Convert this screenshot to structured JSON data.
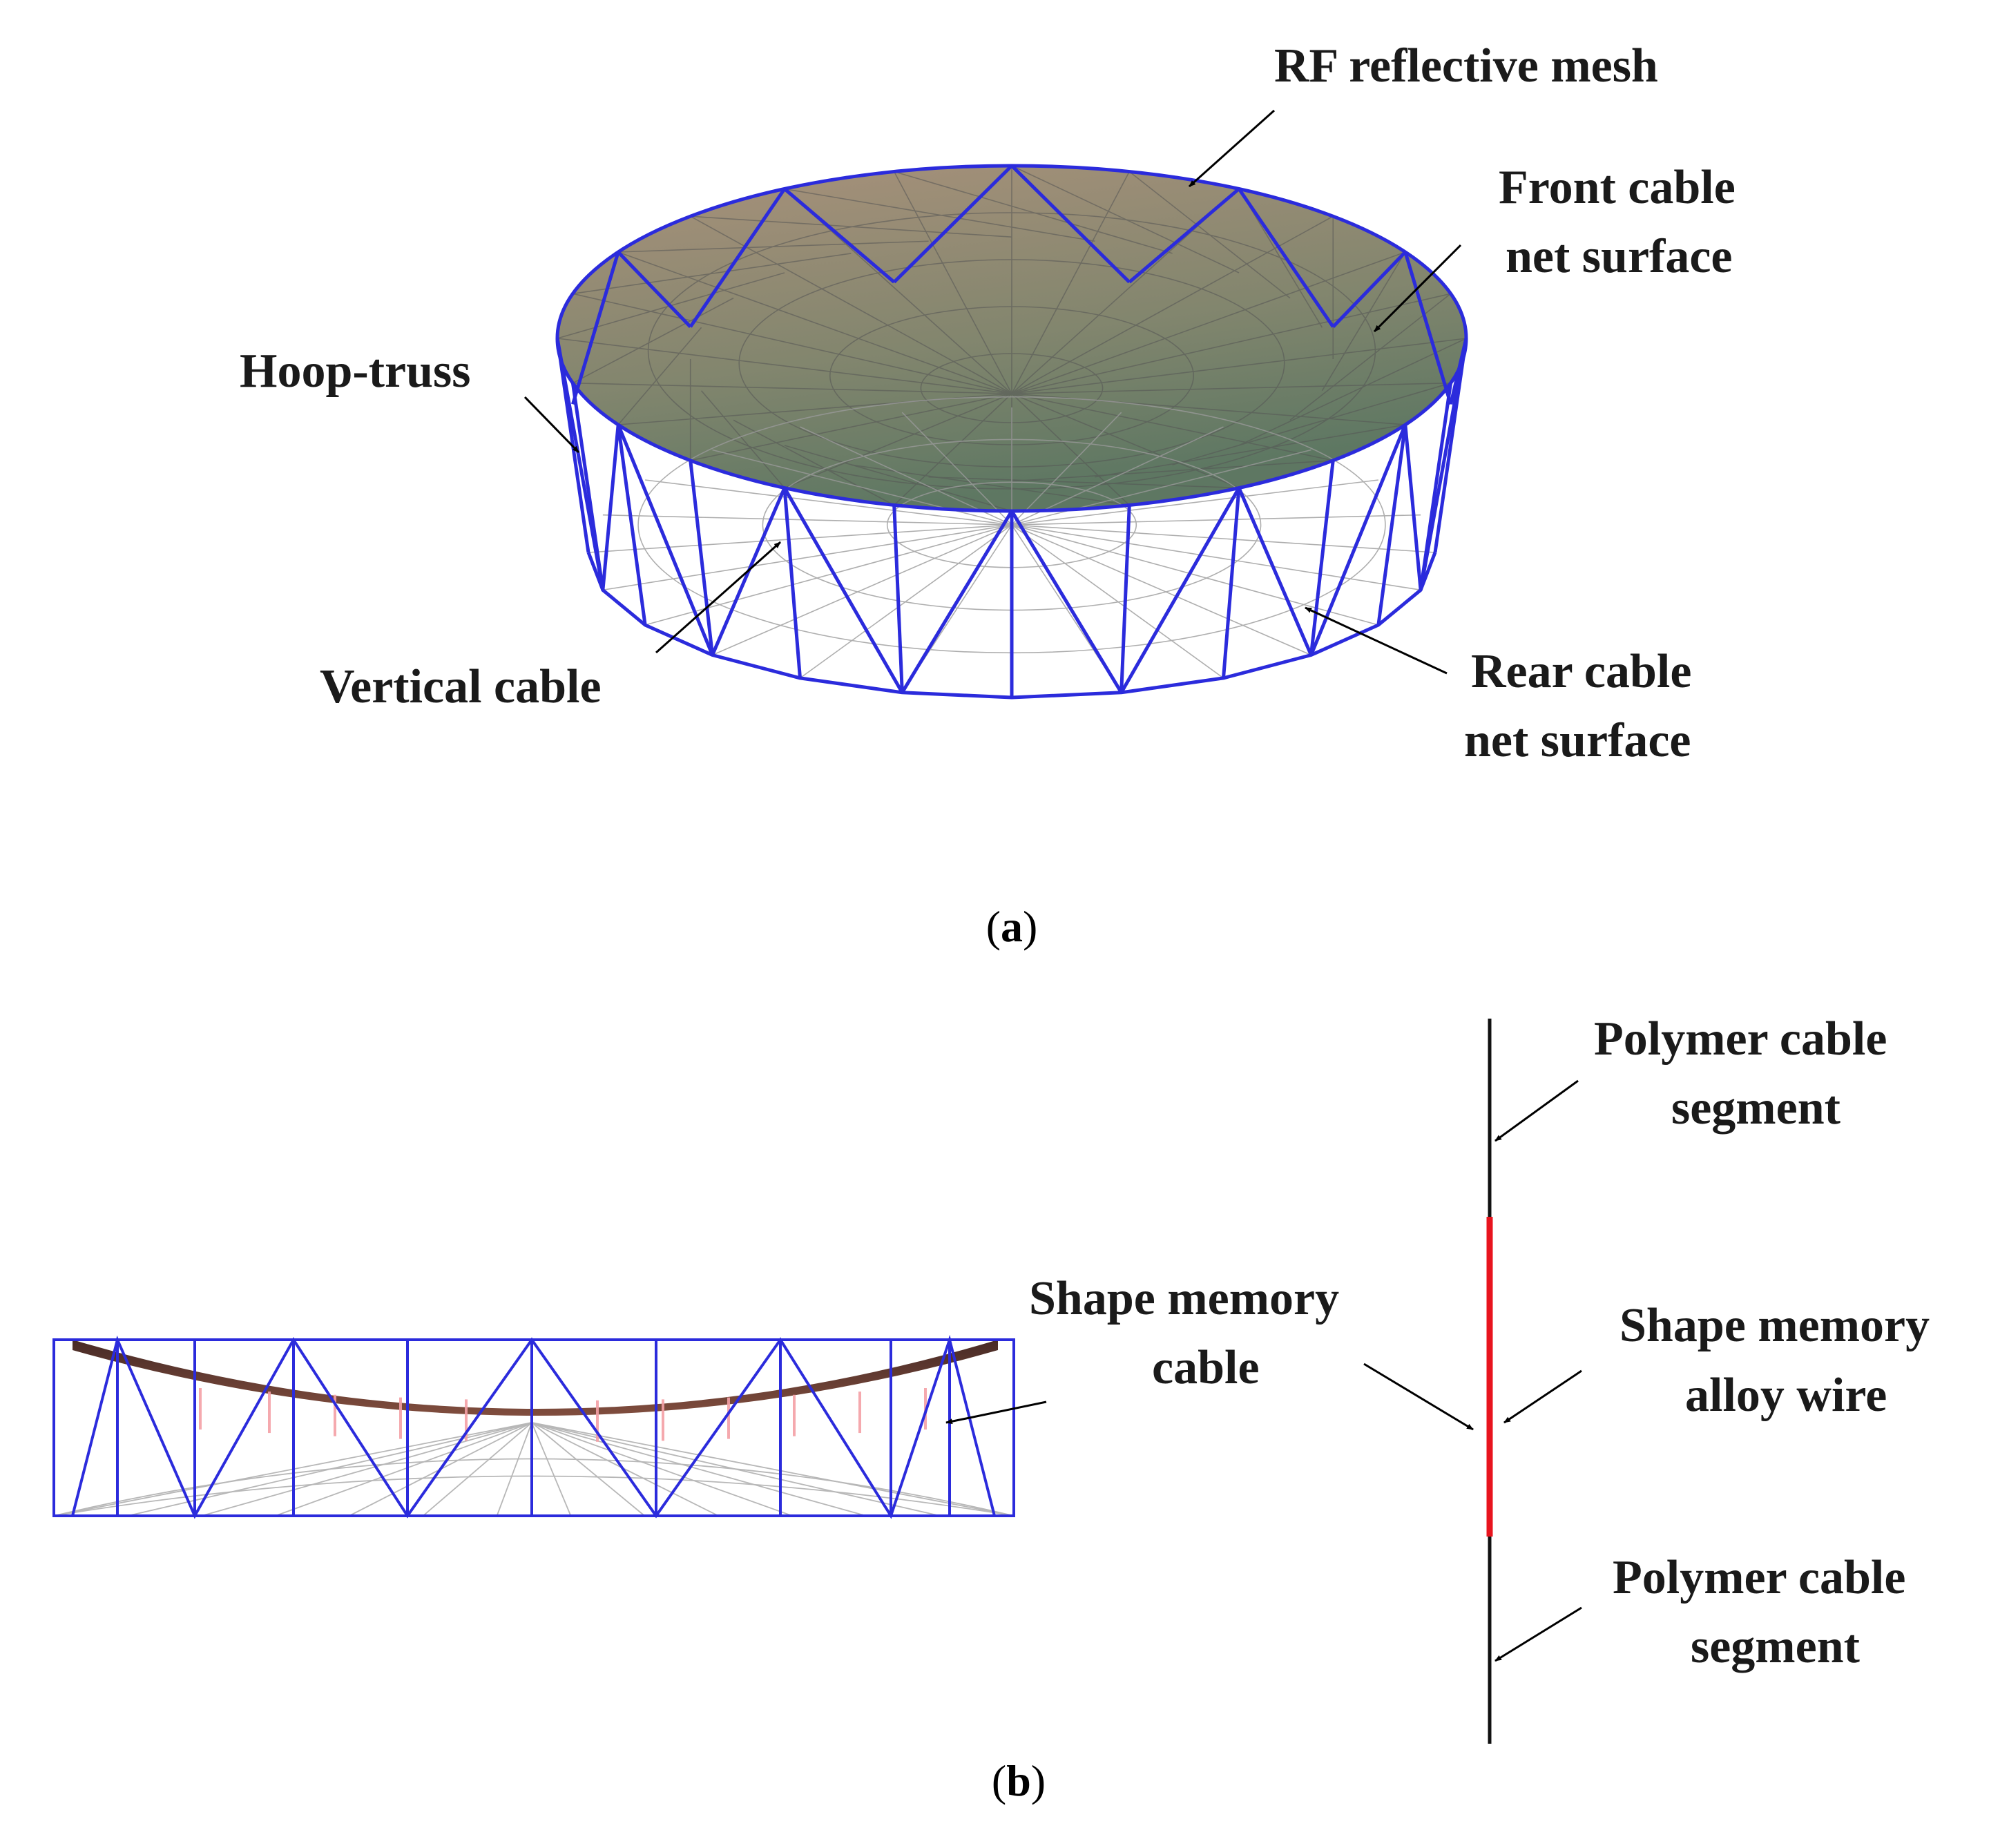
{
  "panel_a": {
    "caption_open": "(",
    "caption_letter": "a",
    "caption_close": ")",
    "labels": {
      "rf_mesh": "RF reflective mesh",
      "front_net_line1": "Front cable",
      "front_net_line2": "net surface",
      "hoop_truss": "Hoop-truss",
      "vertical_cable": "Vertical cable",
      "rear_net_line1": "Rear cable",
      "rear_net_line2": "net surface"
    }
  },
  "panel_b": {
    "caption_open": "(",
    "caption_letter": "b",
    "caption_close": ")",
    "labels": {
      "polymer_top_line1": "Polymer cable",
      "polymer_top_line2": "segment",
      "sma_cable_line1": "Shape memory",
      "sma_cable_line2": "cable",
      "sma_wire_line1": "Shape memory",
      "sma_wire_line2": "alloy wire",
      "polymer_bottom_line1": "Polymer cable",
      "polymer_bottom_line2": "segment"
    }
  },
  "colors": {
    "truss": "#2b2bdc",
    "cable_net": "#8a8a8a",
    "sma_wire": "#e8141e",
    "polymer_cable": "#111111",
    "reflector_top": "#a58c74",
    "reflector_bottom": "#5a6e58",
    "side_view_surface": "#5a2e24"
  }
}
